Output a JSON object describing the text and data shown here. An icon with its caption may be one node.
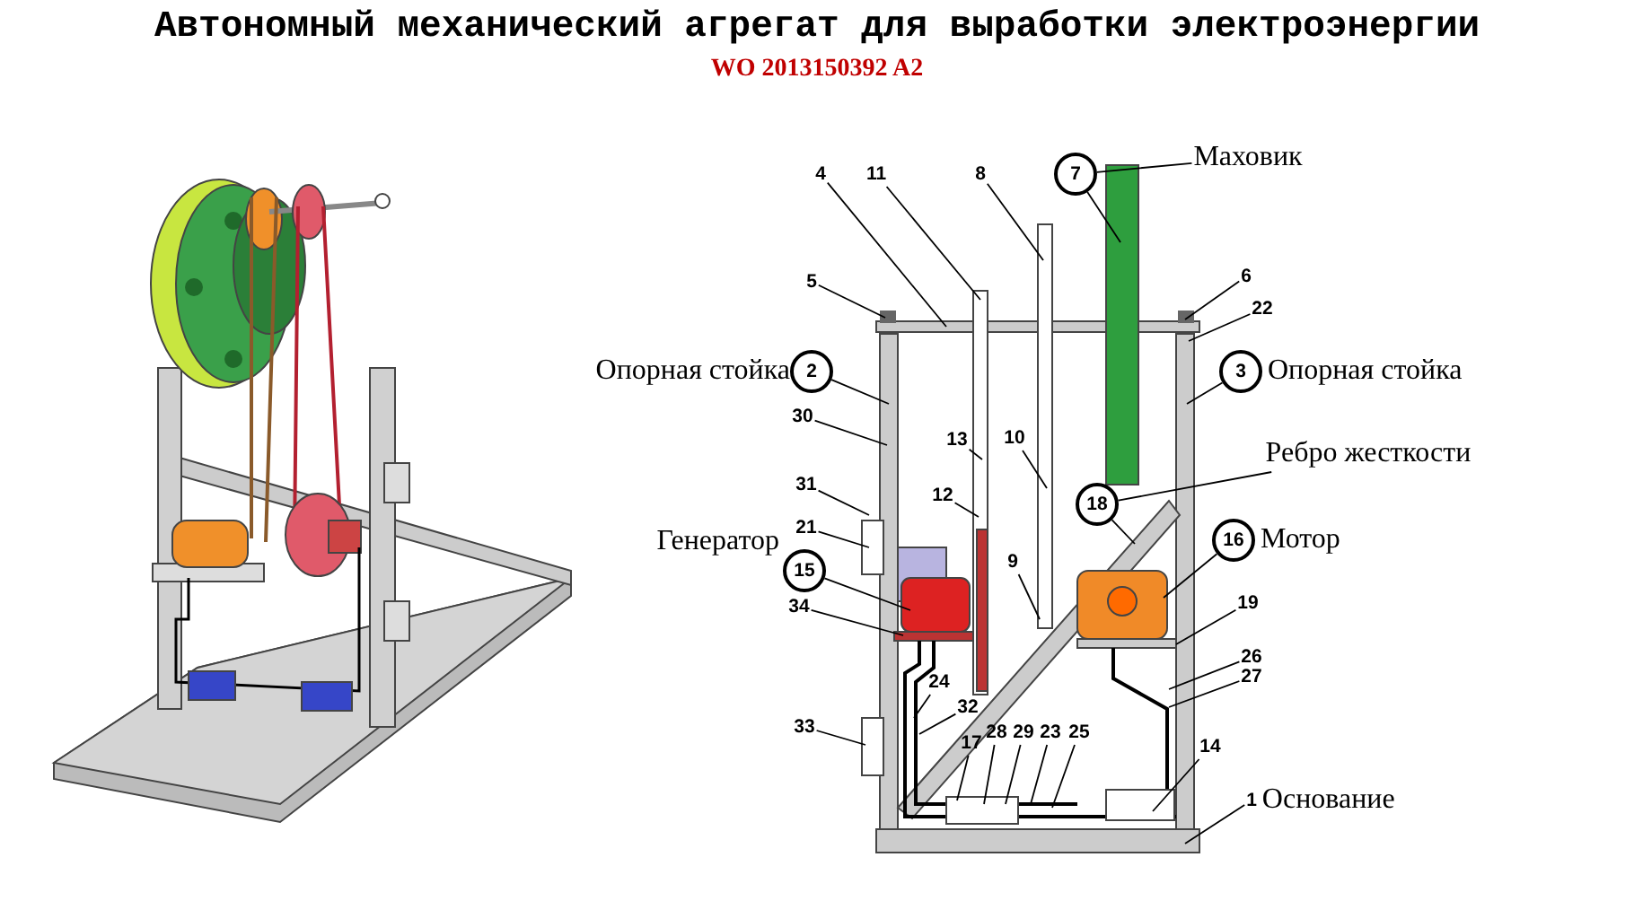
{
  "diagram": {
    "title": "Автономный механический агрегат для выработки электроэнергии",
    "nodes": [
      {
        "text": [
          "Маховик"
        ]
      },
      {
        "text": [
          "7"
        ]
      },
      {
        "text": [
          "4"
        ]
      },
      {
        "text": [
          "11"
        ]
      },
      {
        "text": [
          "8"
        ]
      },
      {
        "text": [
          "5"
        ]
      },
      {
        "text": [
          "6"
        ]
      },
      {
        "text": [
          "22"
        ]
      },
      {
        "text": [
          "2"
        ],
        "beside": [
          "Опорная стойка"
        ]
      },
      {
        "text": [
          "3"
        ],
        "beside": [
          "Опорная стойка"
        ]
      },
      {
        "text": [
          "30"
        ]
      },
      {
        "text": [
          "13"
        ]
      },
      {
        "text": [
          "10"
        ]
      },
      {
        "text": [
          "Ребро жесткости"
        ]
      },
      {
        "text": [
          "12"
        ]
      },
      {
        "text": [
          "31"
        ]
      },
      {
        "text": [
          "18"
        ]
      },
      {
        "text": [
          "16"
        ],
        "beside": [
          "Мотор"
        ]
      },
      {
        "text": [
          "21"
        ]
      },
      {
        "text": [
          "15"
        ],
        "beside": [
          "Генератор"
        ]
      },
      {
        "text": [
          "9"
        ]
      },
      {
        "text": [
          "34"
        ]
      },
      {
        "text": [
          "19"
        ]
      },
      {
        "text": [
          "26"
        ]
      },
      {
        "text": [
          "27"
        ]
      },
      {
        "text": [
          "24"
        ]
      },
      {
        "text": [
          "32"
        ]
      },
      {
        "text": [
          "33"
        ]
      },
      {
        "text": [
          "17"
        ]
      },
      {
        "text": [
          "28"
        ]
      },
      {
        "text": [
          "29"
        ]
      },
      {
        "text": [
          "23"
        ]
      },
      {
        "text": [
          "25"
        ]
      },
      {
        "text": [
          "14"
        ]
      },
      {
        "text": [
          "1"
        ],
        "beside": [
          "Основание"
        ]
      }
    ],
    "edges": [
      {
        "from": 0,
        "to": 1,
        "arrow": "none"
      },
      {
        "from": 1,
        "to": null,
        "arrow": "none"
      },
      {
        "from": 2,
        "to": null,
        "arrow": "none"
      },
      {
        "from": 3,
        "to": null,
        "arrow": "none"
      },
      {
        "from": 4,
        "to": null,
        "arrow": "none"
      },
      {
        "from": 5,
        "to": null,
        "arrow": "none"
      },
      {
        "from": 6,
        "to": null,
        "arrow": "none"
      },
      {
        "from": 7,
        "to": null,
        "arrow": "none"
      },
      {
        "from": 8,
        "to": null,
        "arrow": "none"
      },
      {
        "from": 9,
        "to": null,
        "arrow": "none"
      },
      {
        "from": 10,
        "to": null,
        "arrow": "none"
      },
      {
        "from": 11,
        "to": null,
        "arrow": "none"
      },
      {
        "from": 12,
        "to": null,
        "arrow": "none"
      },
      {
        "from": 13,
        "to": 16,
        "arrow": "none"
      },
      {
        "from": 14,
        "to": null,
        "arrow": "none"
      },
      {
        "from": 15,
        "to": null,
        "arrow": "none"
      },
      {
        "from": 16,
        "to": null,
        "arrow": "none"
      },
      {
        "from": 17,
        "to": null,
        "arrow": "none"
      },
      {
        "from": 18,
        "to": null,
        "arrow": "none"
      },
      {
        "from": 19,
        "to": null,
        "arrow": "none"
      },
      {
        "from": 20,
        "to": null,
        "arrow": "none"
      },
      {
        "from": 21,
        "to": null,
        "arrow": "none"
      },
      {
        "from": 22,
        "to": null,
        "arrow": "none"
      },
      {
        "from": 23,
        "to": null,
        "arrow": "none"
      },
      {
        "from": 24,
        "to": null,
        "arrow": "none"
      },
      {
        "from": 25,
        "to": null,
        "arrow": "none"
      },
      {
        "from": 26,
        "to": null,
        "arrow": "none"
      },
      {
        "from": 27,
        "to": null,
        "arrow": "none"
      },
      {
        "from": 28,
        "to": null,
        "arrow": "none"
      },
      {
        "from": 29,
        "to": null,
        "arrow": "none"
      },
      {
        "from": 30,
        "to": null,
        "arrow": "none"
      },
      {
        "from": 31,
        "to": null,
        "arrow": "none"
      },
      {
        "from": 32,
        "to": null,
        "arrow": "none"
      },
      {
        "from": 33,
        "to": null,
        "arrow": "none"
      },
      {
        "from": 34,
        "to": null,
        "arrow": "none"
      }
    ],
    "labels": [
      "WO 2013150392 A2"
    ]
  }
}
